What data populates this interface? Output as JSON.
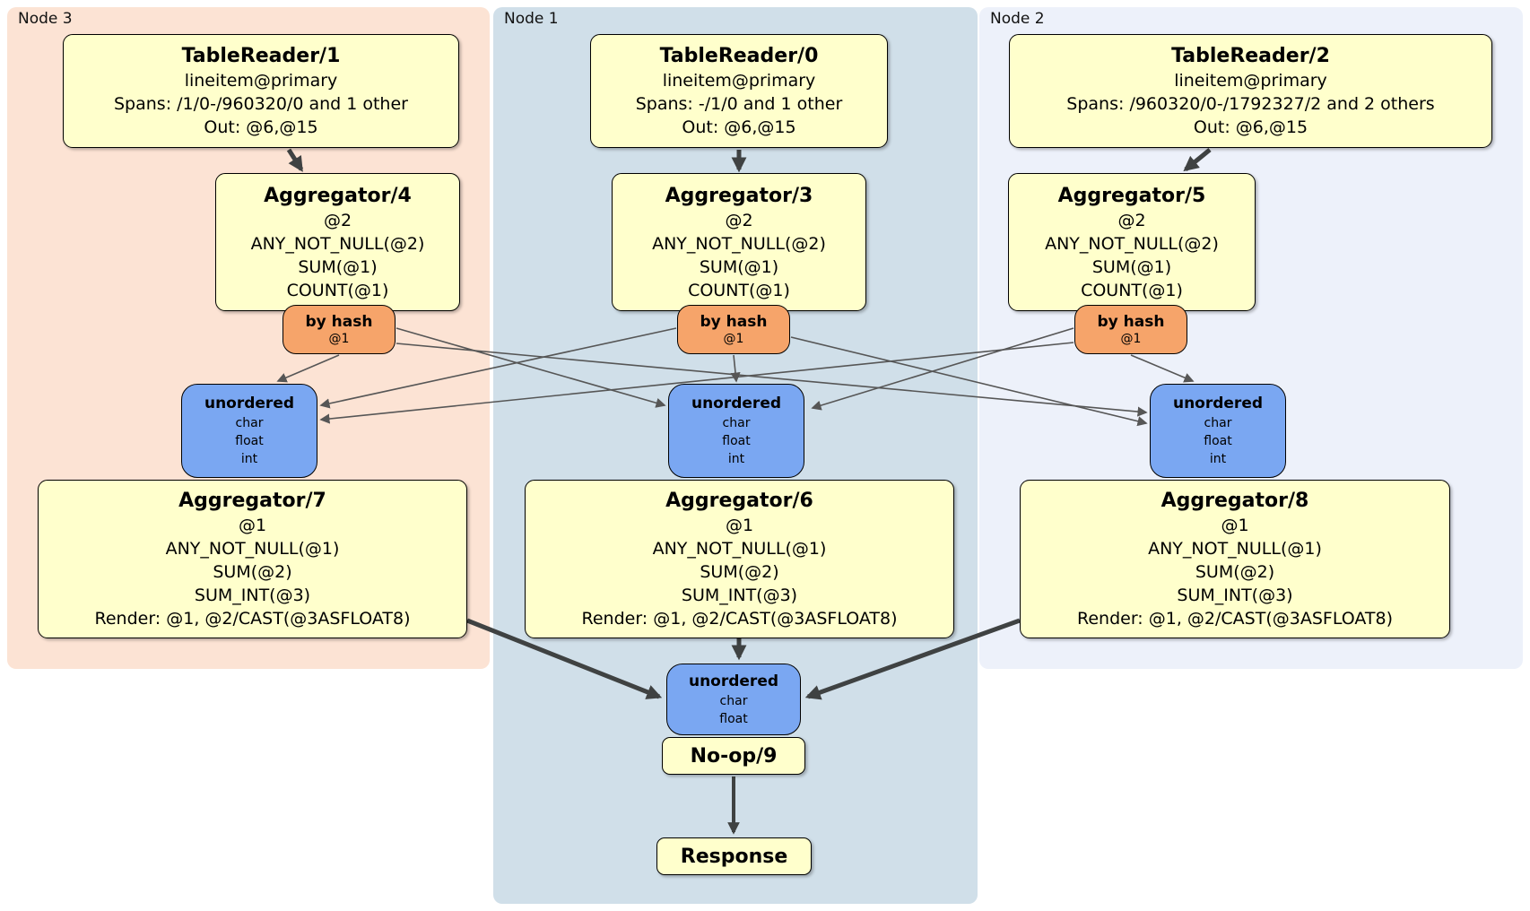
{
  "palette": {
    "region_node3_bg": "#fce3d4",
    "region_node1_bg": "#d0dfe9",
    "region_node2_bg": "#edf1fa",
    "processor_box_bg": "#ffffcc",
    "router_bg": "#f6a46a",
    "sync_bg": "#7aa7f2",
    "edge_thin": "#565656",
    "edge_thick": "#3f4242"
  },
  "regions": [
    {
      "label": "Node 3"
    },
    {
      "label": "Node 1"
    },
    {
      "label": "Node 2"
    }
  ],
  "boxes": {
    "tr1": {
      "title": "TableReader/1",
      "lines": [
        "lineitem@primary",
        "Spans: /1/0-/960320/0 and 1 other",
        "Out: @6,@15"
      ]
    },
    "tr0": {
      "title": "TableReader/0",
      "lines": [
        "lineitem@primary",
        "Spans: -/1/0 and 1 other",
        "Out: @6,@15"
      ]
    },
    "tr2": {
      "title": "TableReader/2",
      "lines": [
        "lineitem@primary",
        "Spans: /960320/0-/1792327/2 and 2 others",
        "Out: @6,@15"
      ]
    },
    "agg4": {
      "title": "Aggregator/4",
      "lines": [
        "@2",
        "ANY_NOT_NULL(@2)",
        "SUM(@1)",
        "COUNT(@1)"
      ]
    },
    "agg3": {
      "title": "Aggregator/3",
      "lines": [
        "@2",
        "ANY_NOT_NULL(@2)",
        "SUM(@1)",
        "COUNT(@1)"
      ]
    },
    "agg5": {
      "title": "Aggregator/5",
      "lines": [
        "@2",
        "ANY_NOT_NULL(@2)",
        "SUM(@1)",
        "COUNT(@1)"
      ]
    },
    "router_node3": {
      "title": "by hash",
      "line": "@1"
    },
    "router_node1": {
      "title": "by hash",
      "line": "@1"
    },
    "router_node2": {
      "title": "by hash",
      "line": "@1"
    },
    "sync_node3": {
      "title": "unordered",
      "lines": [
        "char",
        "float",
        "int"
      ]
    },
    "sync_node1": {
      "title": "unordered",
      "lines": [
        "char",
        "float",
        "int"
      ]
    },
    "sync_node2": {
      "title": "unordered",
      "lines": [
        "char",
        "float",
        "int"
      ]
    },
    "agg7": {
      "title": "Aggregator/7",
      "lines": [
        "@1",
        "ANY_NOT_NULL(@1)",
        "SUM(@2)",
        "SUM_INT(@3)",
        "Render: @1, @2/CAST(@3ASFLOAT8)"
      ]
    },
    "agg6": {
      "title": "Aggregator/6",
      "lines": [
        "@1",
        "ANY_NOT_NULL(@1)",
        "SUM(@2)",
        "SUM_INT(@3)",
        "Render: @1, @2/CAST(@3ASFLOAT8)"
      ]
    },
    "agg8": {
      "title": "Aggregator/8",
      "lines": [
        "@1",
        "ANY_NOT_NULL(@1)",
        "SUM(@2)",
        "SUM_INT(@3)",
        "Render: @1, @2/CAST(@3ASFLOAT8)"
      ]
    },
    "sync_final": {
      "title": "unordered",
      "lines": [
        "char",
        "float"
      ]
    },
    "noop": {
      "title": "No-op/9"
    },
    "response": {
      "title": "Response"
    }
  }
}
